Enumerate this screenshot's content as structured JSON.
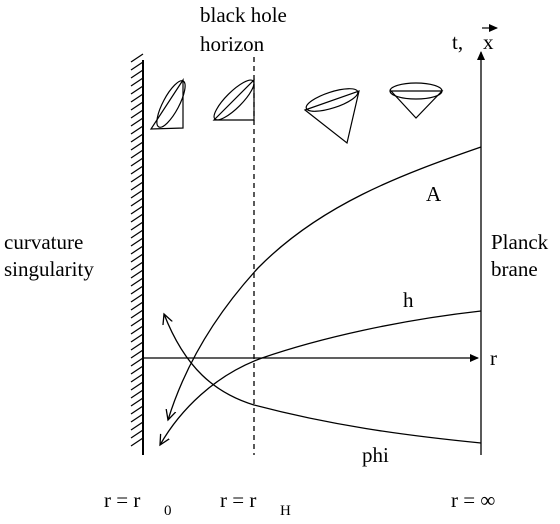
{
  "labels": {
    "horizon_line1": "black hole",
    "horizon_line2": "horizon",
    "axis_t": "t, ",
    "axis_x": "x",
    "curve_A": "A",
    "curve_h": "h",
    "curve_phi": "phi",
    "axis_r": "r",
    "left_line1": "curvature",
    "left_line2": "singularity",
    "right_line1": "Planck",
    "right_line2": "brane",
    "r0_main": "r = r",
    "r0_sub": "0",
    "rH_main": "r = r",
    "rH_sub": "H",
    "rinf": "r = ∞"
  },
  "colors": {
    "ink": "#000000",
    "background": "#ffffff"
  }
}
